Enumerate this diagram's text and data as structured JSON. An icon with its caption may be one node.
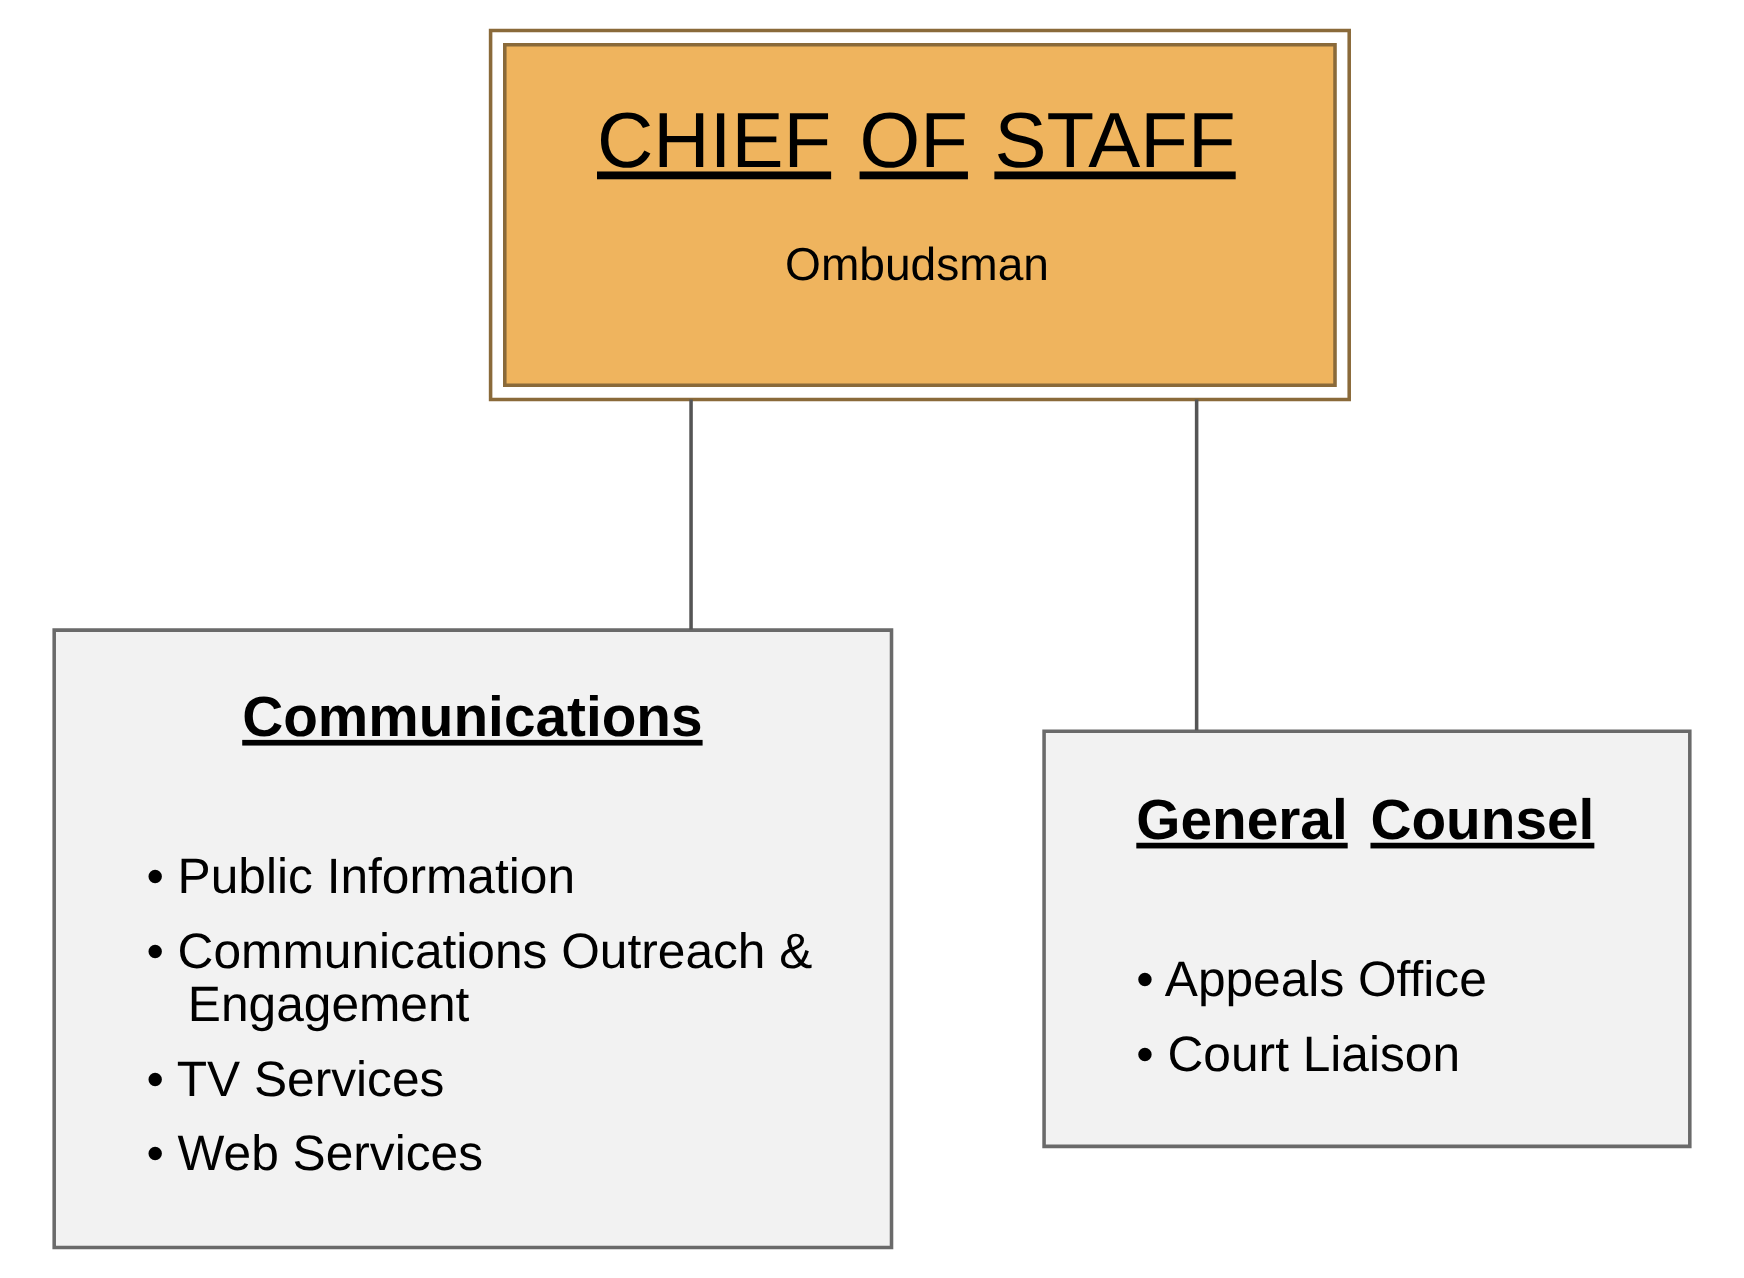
{
  "diagram": {
    "nodes": [
      {
        "text": [
          "CHIEF OF STAFF",
          "Ombudsman"
        ]
      },
      {
        "text": [
          "Communications",
          "• Public Information",
          "• Communications Outreach & Engagement",
          "• TV Services",
          "• Web Services"
        ]
      },
      {
        "text": [
          "General Counsel",
          "• Appeals Office",
          "• Court Liaison"
        ]
      }
    ],
    "edges": [
      {
        "from": 0,
        "to": 1,
        "arrow": "none"
      },
      {
        "from": 0,
        "to": 2,
        "arrow": "none"
      }
    ]
  }
}
